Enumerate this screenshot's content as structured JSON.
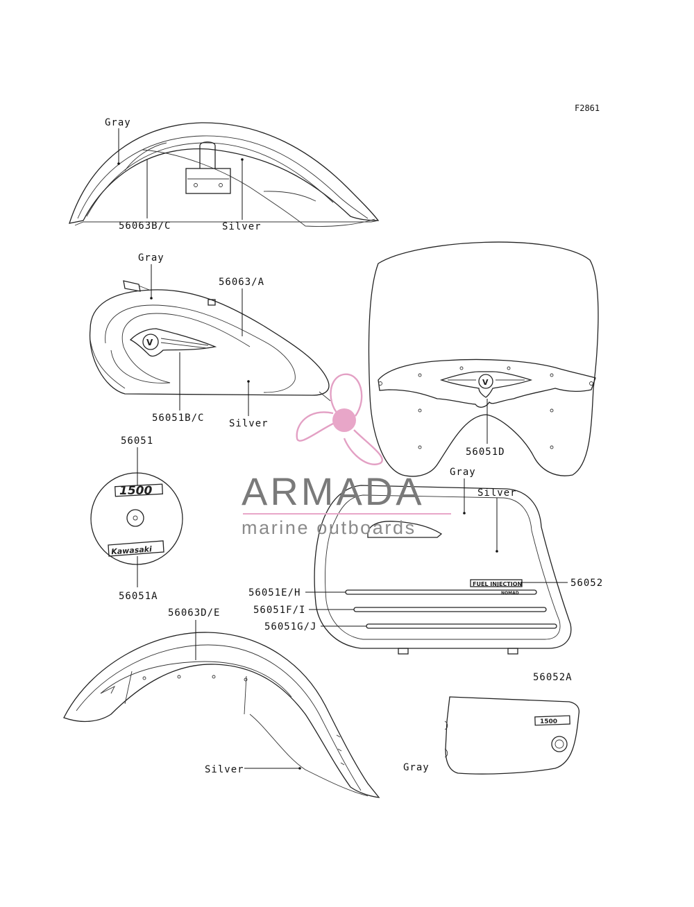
{
  "figure_id": "F2861",
  "labels": {
    "rear_fender_top_gray": "Gray",
    "rear_fender_top_part": "56063B/C",
    "rear_fender_top_silver": "Silver",
    "tank_gray": "Gray",
    "tank_part_stripe": "56063/A",
    "tank_part_emblem": "56051B/C",
    "tank_silver": "Silver",
    "disc_top": "56051",
    "disc_bottom": "56051A",
    "windshield_part": "56051D",
    "bag_gray": "Gray",
    "bag_silver": "Silver",
    "bag_part_badge": "56052",
    "bag_stripe_1": "56051E/H",
    "bag_stripe_2": "56051F/I",
    "bag_stripe_3": "56051G/J",
    "front_fender_part": "56063D/E",
    "front_fender_silver": "Silver",
    "side_cover_part": "56052A",
    "side_cover_gray": "Gray"
  },
  "emblems": {
    "disc_top_text": "1500",
    "disc_bottom_text": "Kawasaki",
    "bag_badge_text": "FUEL INJECTION",
    "bag_badge_sub": "NOMAD",
    "side_cover_badge": "1500",
    "v_mark": "V"
  },
  "watermark": {
    "title": "ARMADA",
    "subtitle": "marine outboards",
    "logo": "propeller-logo",
    "color": "#e8a6c8"
  }
}
